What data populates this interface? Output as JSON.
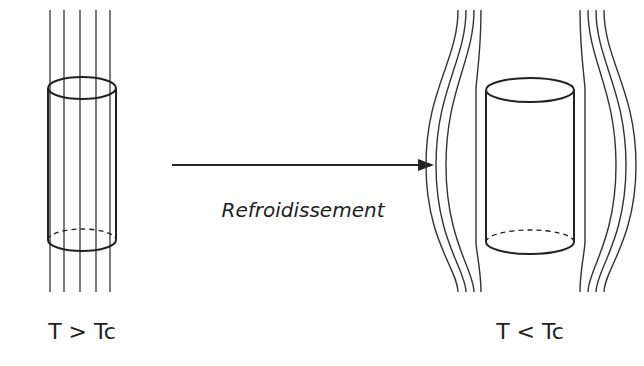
{
  "diagram": {
    "labels": [
      "Refroidissement",
      "T > Tc",
      "T < Tc"
    ]
  }
}
